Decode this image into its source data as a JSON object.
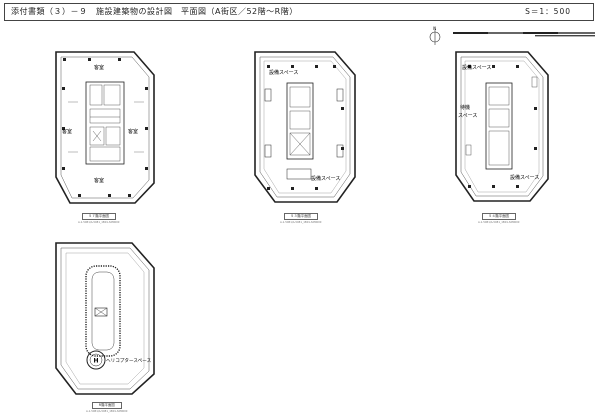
{
  "header": {
    "title": "添付書類（３）－９　施設建築物の設計図　平面図（A街区／52階～R階）",
    "scale": "S＝1：500"
  },
  "plans": [
    {
      "caption": "５７階平面図",
      "sub": "A-1-5081/A-5081_1B01-SM0000",
      "labels": {
        "top": "客室",
        "left": "客室",
        "right": "客室",
        "bottom": "客室"
      }
    },
    {
      "caption": "５３階平面図",
      "sub": "A-1-5081/A-5081_1B01-SM0000",
      "labels": {
        "top": "設備スペース",
        "bottom": "設備スペース"
      }
    },
    {
      "caption": "５４階平面図",
      "sub": "A-1-5081/A-5081_1B01-SM0000",
      "labels": {
        "top": "設備スペース",
        "left1": "待機",
        "left2": "スペース",
        "bottom": "設備スペース"
      }
    },
    {
      "caption": "R階平面図",
      "sub": "A-1-5081/A-5081_1B01-SM0000",
      "labels": {
        "heli": "ヘリコプタースペース"
      }
    }
  ]
}
